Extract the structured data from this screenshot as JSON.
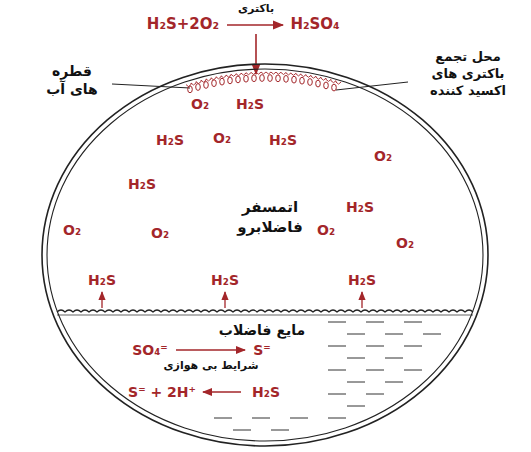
{
  "diagram": {
    "nodes": [
      {
        "text": [
          "اتمسفر فاضلابرو"
        ]
      },
      {
        "text": [
          "مایع فاضلاب"
        ],
        "in": 0
      }
    ],
    "labels": [
      "H₂S+2O₂",
      "باکتری",
      "H₂SO₄",
      "قطره های آب",
      "محل تجمع باکتری های اکسید کننده",
      "O₂",
      "H₂S",
      "H₂S",
      "O₂",
      "H₂S",
      "O₂",
      "H₂S",
      "H₂S",
      "O₂",
      "O₂",
      "O₂",
      "O₂",
      "H₂S",
      "H₂S",
      "H₂S",
      "SO₄⁼",
      "شرایط بی هوازی",
      "S⁼",
      "S⁼ + 2H⁺",
      "H₂S"
    ]
  }
}
